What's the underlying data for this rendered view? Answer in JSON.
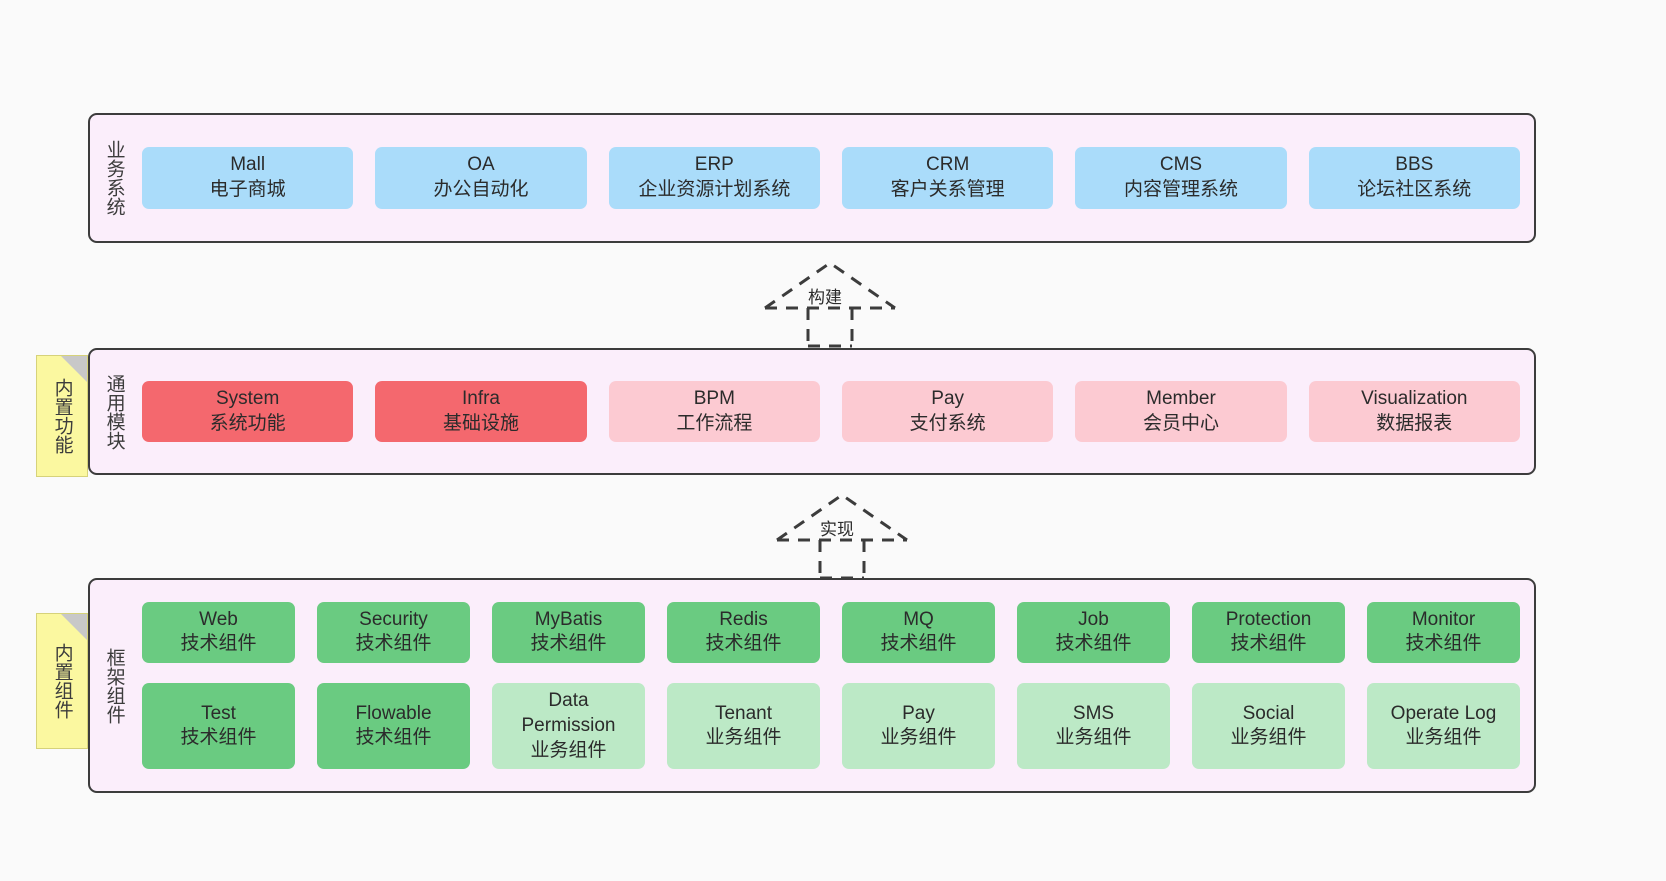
{
  "diagram": {
    "background_color": "#fafafa",
    "layers": [
      {
        "id": "business-system",
        "title": "业务系统",
        "fill": "#fbeefb",
        "rows": [
          {
            "cards": [
              {
                "t1": "Mall",
                "t2": "电子商城",
                "color": "#aadcfa"
              },
              {
                "t1": "OA",
                "t2": "办公自动化",
                "color": "#aadcfa"
              },
              {
                "t1": "ERP",
                "t2": "企业资源计划系统",
                "color": "#aadcfa"
              },
              {
                "t1": "CRM",
                "t2": "客户关系管理",
                "color": "#aadcfa"
              },
              {
                "t1": "CMS",
                "t2": "内容管理系统",
                "color": "#aadcfa"
              },
              {
                "t1": "BBS",
                "t2": "论坛社区系统",
                "color": "#aadcfa"
              }
            ]
          }
        ]
      },
      {
        "id": "common-module",
        "title": "通用模块",
        "fill": "#fbeefb",
        "note": "内置功能",
        "rows": [
          {
            "cards": [
              {
                "t1": "System",
                "t2": "系统功能",
                "color": "#f4686e"
              },
              {
                "t1": "Infra",
                "t2": "基础设施",
                "color": "#f4686e"
              },
              {
                "t1": "BPM",
                "t2": "工作流程",
                "color": "#fccad2"
              },
              {
                "t1": "Pay",
                "t2": "支付系统",
                "color": "#fccad2"
              },
              {
                "t1": "Member",
                "t2": "会员中心",
                "color": "#fccad2"
              },
              {
                "t1": "Visualization",
                "t2": "数据报表",
                "color": "#fccad2"
              }
            ]
          }
        ]
      },
      {
        "id": "framework-component",
        "title": "框架组件",
        "fill": "#fbeefb",
        "note": "内置组件",
        "rows": [
          {
            "cards": [
              {
                "t1": "Web",
                "t2": "技术组件",
                "color": "#6acb81"
              },
              {
                "t1": "Security",
                "t2": "技术组件",
                "color": "#6acb81"
              },
              {
                "t1": "MyBatis",
                "t2": "技术组件",
                "color": "#6acb81"
              },
              {
                "t1": "Redis",
                "t2": "技术组件",
                "color": "#6acb81"
              },
              {
                "t1": "MQ",
                "t2": "技术组件",
                "color": "#6acb81"
              },
              {
                "t1": "Job",
                "t2": "技术组件",
                "color": "#6acb81"
              },
              {
                "t1": "Protection",
                "t2": "技术组件",
                "color": "#6acb81"
              },
              {
                "t1": "Monitor",
                "t2": "技术组件",
                "color": "#6acb81"
              }
            ]
          },
          {
            "cards": [
              {
                "t1": "Test",
                "t2": "技术组件",
                "color": "#6acb81"
              },
              {
                "t1": "Flowable",
                "t2": "技术组件",
                "color": "#6acb81"
              },
              {
                "t1": "Data",
                "t2": "Permission",
                "t3": "业务组件",
                "color": "#bce9c6"
              },
              {
                "t1": "Tenant",
                "t2": "业务组件",
                "color": "#bce9c6"
              },
              {
                "t1": "Pay",
                "t2": "业务组件",
                "color": "#bce9c6"
              },
              {
                "t1": "SMS",
                "t2": "业务组件",
                "color": "#bce9c6"
              },
              {
                "t1": "Social",
                "t2": "业务组件",
                "color": "#bce9c6"
              },
              {
                "t1": "Operate Log",
                "t2": "业务组件",
                "color": "#bce9c6"
              }
            ]
          }
        ]
      }
    ],
    "connectors": [
      {
        "id": "build",
        "label": "构建"
      },
      {
        "id": "implement",
        "label": "实现"
      }
    ]
  }
}
